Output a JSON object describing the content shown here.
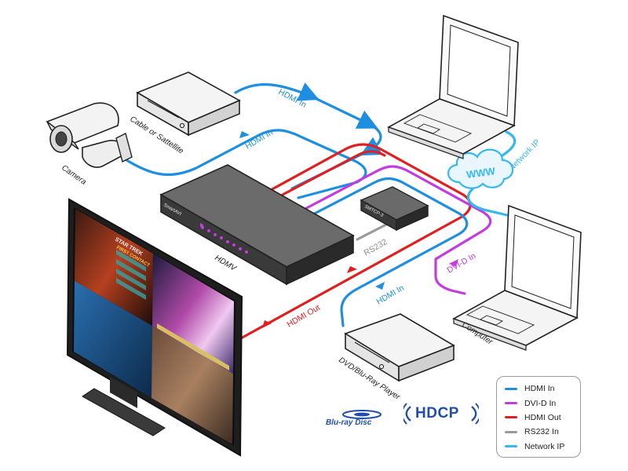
{
  "devices": {
    "camera": "Camera",
    "cable": "Cable or Sattellite",
    "switcher": "HDMV",
    "switcher_brand": "SmartAVI",
    "rs232_box": "SMTCP-3",
    "player": "DVD/Blu-Ray Player",
    "computer": "Computer"
  },
  "wire_labels": {
    "hdmi_in_cable": "HDMI In",
    "hdmi_in_camera": "HDMI In",
    "hdmi_in_player": "HDMI In",
    "hdmi_out": "HDMI Out",
    "dvi_in": "DVI-D In",
    "rs232": "RS232",
    "network_ip": "Network IP",
    "www": "WWW"
  },
  "screen_text": {
    "star_trek": "STAR TREK",
    "first_contact": "FIRST CONTACT"
  },
  "logos": {
    "bluray": "Blu-ray Disc",
    "hdcp": "HDCP"
  },
  "legend": [
    {
      "label": "HDMI In",
      "color": "#1e8fe0"
    },
    {
      "label": "DVI-D In",
      "color": "#c43be0"
    },
    {
      "label": "HDMI Out",
      "color": "#e02020"
    },
    {
      "label": "RS232 In",
      "color": "#9a9a9a"
    },
    {
      "label": "Network IP",
      "color": "#35b8ee"
    }
  ]
}
